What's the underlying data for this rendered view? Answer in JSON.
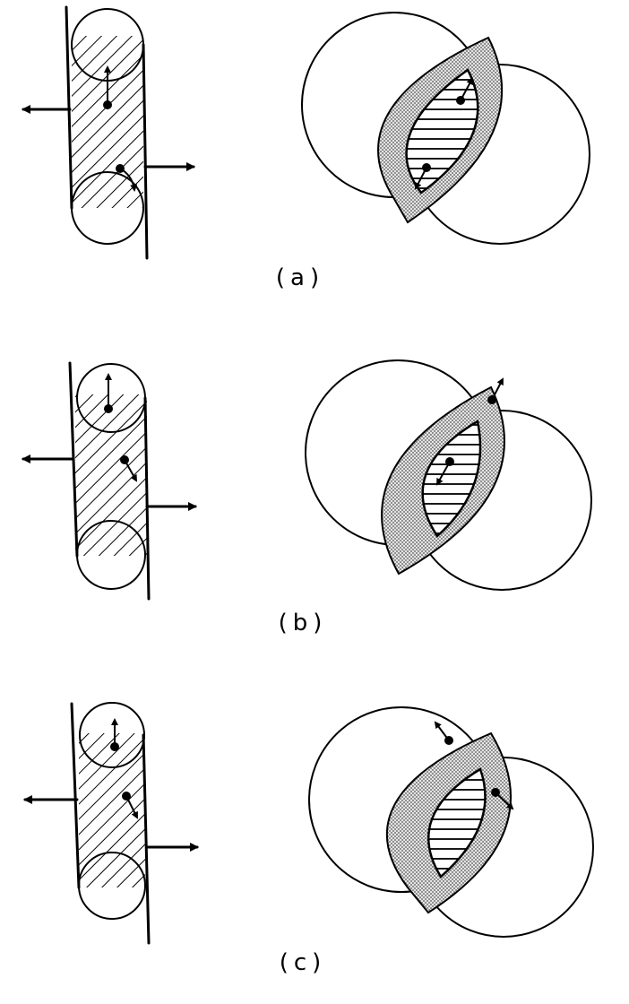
{
  "panels": [
    {
      "id": "a",
      "caption": "(a)"
    },
    {
      "id": "b",
      "caption": "(b)"
    },
    {
      "id": "c",
      "caption": "(c)"
    }
  ],
  "colors": {
    "ink": "#000000",
    "shade": "#d8d8d8",
    "background": "#ffffff"
  }
}
